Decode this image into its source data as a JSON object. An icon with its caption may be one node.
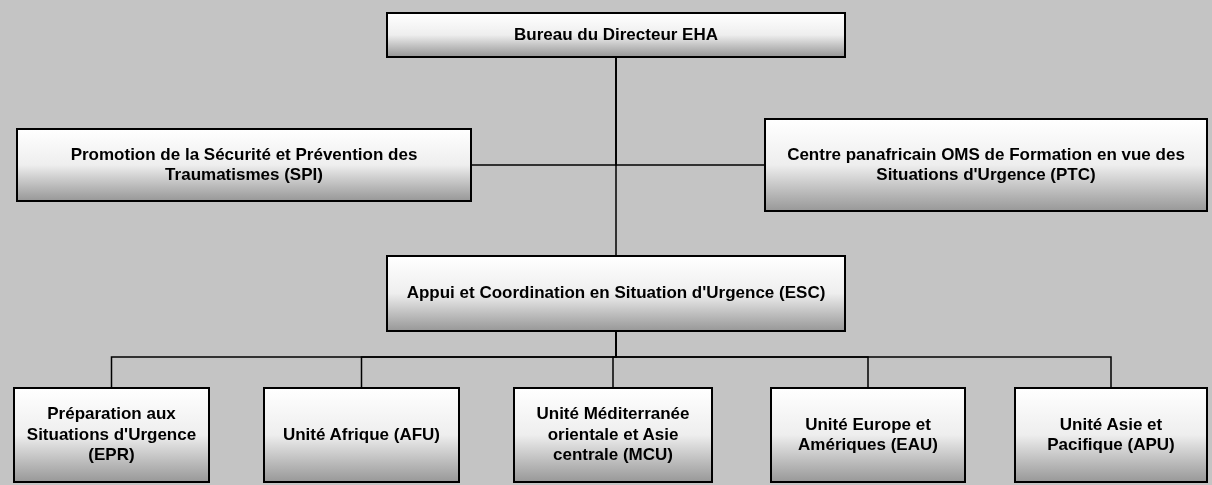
{
  "diagram": {
    "nodes": [
      {
        "text": [
          "Bureau du Directeur EHA"
        ]
      },
      {
        "text": [
          "Promotion de la Sécurité et Prévention des Traumatismes (SPI)"
        ]
      },
      {
        "text": [
          "Centre panafricain OMS de Formation en vue des Situations d'Urgence (PTC)"
        ]
      },
      {
        "text": [
          "Appui et Coordination en Situation d'Urgence (ESC)"
        ]
      },
      {
        "text": [
          "Préparation aux Situations d'Urgence (EPR)"
        ]
      },
      {
        "text": [
          "Unité Afrique (AFU)"
        ]
      },
      {
        "text": [
          "Unité Méditerranée orientale et Asie centrale (MCU)"
        ]
      },
      {
        "text": [
          "Unité Europe et Amériques (EAU)"
        ]
      },
      {
        "text": [
          "Unité Asie et Pacifique (APU)"
        ]
      }
    ],
    "edges": [
      {
        "from": 0,
        "to": 1,
        "arrow": "none"
      },
      {
        "from": 0,
        "to": 2,
        "arrow": "none"
      },
      {
        "from": 0,
        "to": 3,
        "arrow": "none"
      },
      {
        "from": 3,
        "to": 4,
        "arrow": "none"
      },
      {
        "from": 3,
        "to": 5,
        "arrow": "none"
      },
      {
        "from": 3,
        "to": 6,
        "arrow": "none"
      },
      {
        "from": 3,
        "to": 7,
        "arrow": "none"
      },
      {
        "from": 3,
        "to": 8,
        "arrow": "none"
      }
    ]
  }
}
